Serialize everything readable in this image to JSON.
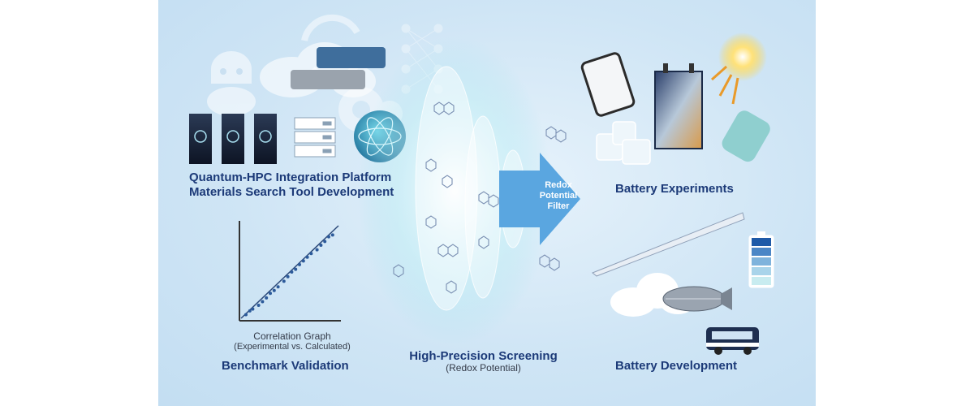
{
  "labels": {
    "platform_line1": "Quantum-HPC Integration Platform",
    "platform_line2": "Materials Search Tool Development",
    "correlation_title": "Correlation Graph",
    "correlation_sub": "(Experimental vs. Calculated)",
    "benchmark": "Benchmark Validation",
    "screening": "High-Precision Screening",
    "screening_sub": "(Redox Potential)",
    "filter_line1": "Redox",
    "filter_line2": "Potential",
    "filter_line3": "Filter",
    "battery_experiments": "Battery Experiments",
    "battery_development": "Battery Development"
  },
  "colors": {
    "title_text": "#1c3a78",
    "arrow": "#5aa6e0",
    "background": "#d4e8f6",
    "scatter_points": "#2c5a9a"
  },
  "scatter_points": [
    [
      0.05,
      0.04
    ],
    [
      0.09,
      0.08
    ],
    [
      0.12,
      0.1
    ],
    [
      0.18,
      0.14
    ],
    [
      0.22,
      0.18
    ],
    [
      0.26,
      0.22
    ],
    [
      0.3,
      0.27
    ],
    [
      0.34,
      0.3
    ],
    [
      0.38,
      0.34
    ],
    [
      0.44,
      0.4
    ],
    [
      0.48,
      0.45
    ],
    [
      0.52,
      0.5
    ],
    [
      0.56,
      0.53
    ],
    [
      0.6,
      0.58
    ],
    [
      0.64,
      0.62
    ],
    [
      0.68,
      0.66
    ],
    [
      0.72,
      0.7
    ],
    [
      0.78,
      0.74
    ],
    [
      0.82,
      0.79
    ],
    [
      0.86,
      0.83
    ],
    [
      0.9,
      0.88
    ],
    [
      0.94,
      0.9
    ]
  ],
  "icons": [
    "robot-icon",
    "refresh-cycle-icon",
    "cloud-icon",
    "gear-icon",
    "neural-network-icon",
    "server-tower-icon",
    "server-rack-icon",
    "atom-globe-icon",
    "molecule-icon",
    "battery-cell-icon",
    "pouch-cell-icon",
    "sun-icon",
    "cylinder-cell-icon",
    "ice-cube-icon",
    "airplane-icon",
    "airship-icon",
    "bus-icon",
    "battery-level-icon"
  ]
}
